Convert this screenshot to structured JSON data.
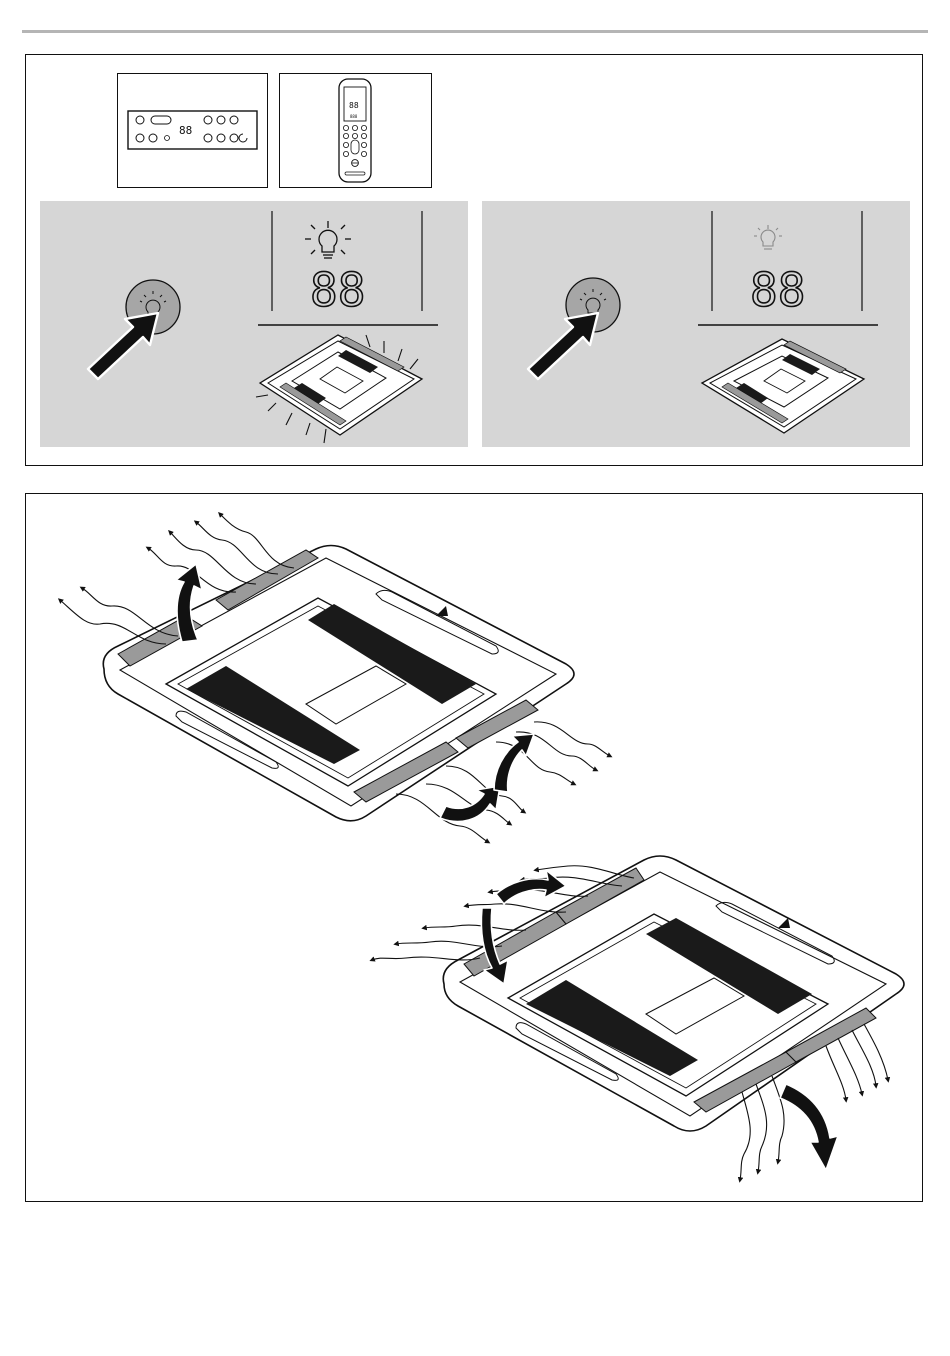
{
  "wired_controller": {
    "display_digits": "88"
  },
  "remote_controller": {
    "display_digits": "88",
    "display_small": "888"
  },
  "steps": [
    {
      "id": "light-on",
      "display_digits": "88",
      "lamp": "lit"
    },
    {
      "id": "light-off",
      "display_digits": "88",
      "lamp": "unlit"
    }
  ],
  "colors": {
    "panel_gray": "#d6d6d6",
    "button_gray": "#a6a6a6",
    "louver_gray": "#9a9a9a",
    "grille_dark": "#1a1a1a",
    "line": "#111111"
  },
  "icons": [
    "lamp-button-icon",
    "press-arrow-icon",
    "bulb-icon",
    "seven-segment-display",
    "cassette-unit-icon",
    "airflow-arrow-icon",
    "louver-swing-arrow-icon"
  ]
}
